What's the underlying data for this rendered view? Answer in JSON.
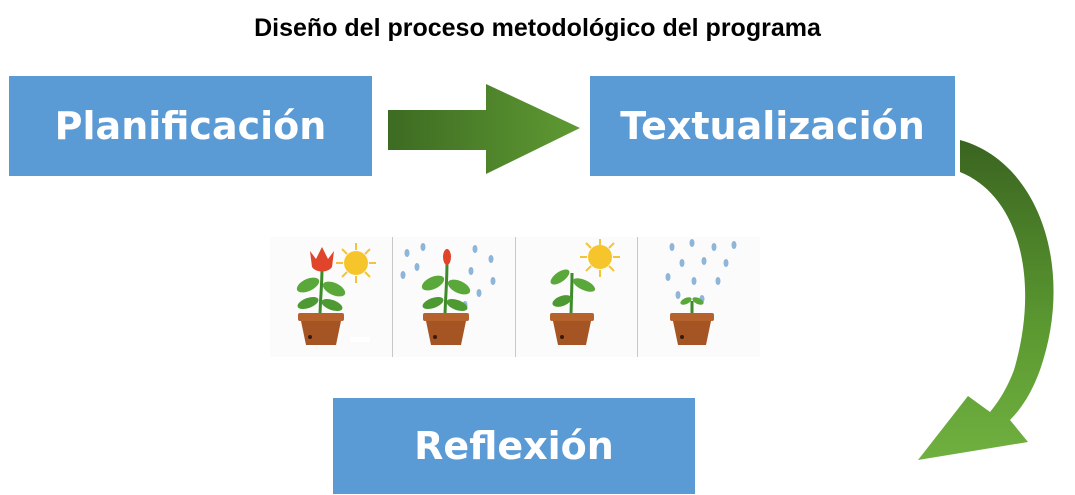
{
  "title": "Diseño del proceso metodológico del programa",
  "steps": [
    {
      "label": "Planificación"
    },
    {
      "label": "Textualización"
    },
    {
      "label": "Reflexión"
    }
  ],
  "illustration": {
    "panels": [
      {
        "plant": "flowering-rose",
        "weather": "sun"
      },
      {
        "plant": "budding-plant",
        "weather": "rain"
      },
      {
        "plant": "young-plant",
        "weather": "sun"
      },
      {
        "plant": "sprout",
        "weather": "rain"
      }
    ]
  },
  "colors": {
    "box_fill": "#5b9bd5",
    "box_text": "#ffffff",
    "arrow_green": "#4a7c2b",
    "arrow_green_light": "#6aa83a"
  }
}
